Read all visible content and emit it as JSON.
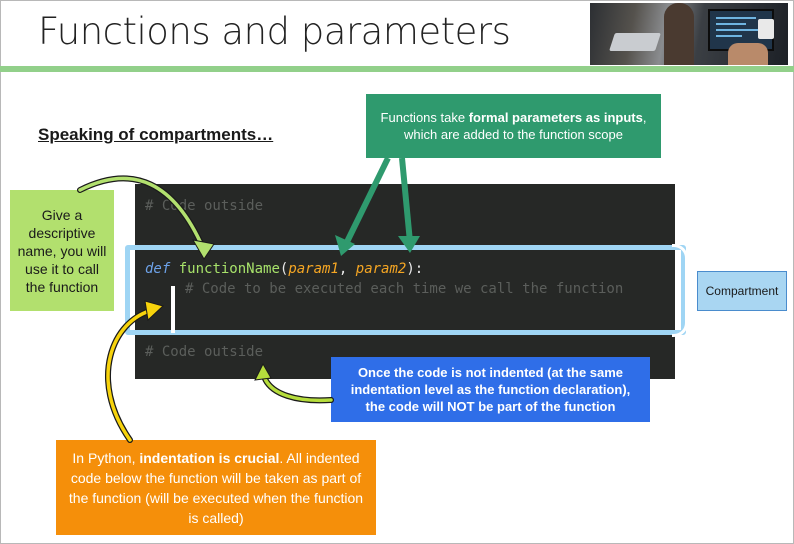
{
  "slide": {
    "title": "Functions and parameters",
    "subtitle": "Speaking of compartments…",
    "photo_icon": "office-workers-photo"
  },
  "callouts": {
    "formal_params": {
      "part1": "Functions take ",
      "bold": "formal parameters as inputs",
      "part2": ", which are added to the function scope"
    },
    "descriptive_name": "Give a descriptive name, you will use it to call the function",
    "not_indented": "Once the code is not indented (at the same indentation level as the function declaration), the code will NOT be part of the function",
    "indentation": {
      "part1": "In Python, ",
      "bold": "indentation is crucial",
      "part2": ". All indented code below the function will be taken as part of the function (will be executed when the function is called)"
    },
    "compartment": "Compartment"
  },
  "code": {
    "comment_before": "# Code outside",
    "keyword": "def",
    "function_name": "functionName",
    "open_paren": "(",
    "param1": "param1",
    "separator": ", ",
    "param2": "param2",
    "close": "):",
    "body_comment": "# Code to be executed each time we call the function",
    "comment_after": "# Code outside"
  },
  "colors": {
    "title_rule": "#92d08a",
    "callout_top": "#2f9a6e",
    "callout_green": "#b2e06e",
    "callout_blue": "#2f6ee8",
    "callout_orange": "#f58f0a",
    "callout_compartment": "#a9d6f2",
    "code_background": "#262826",
    "function_box_border": "#9fd5f4"
  }
}
